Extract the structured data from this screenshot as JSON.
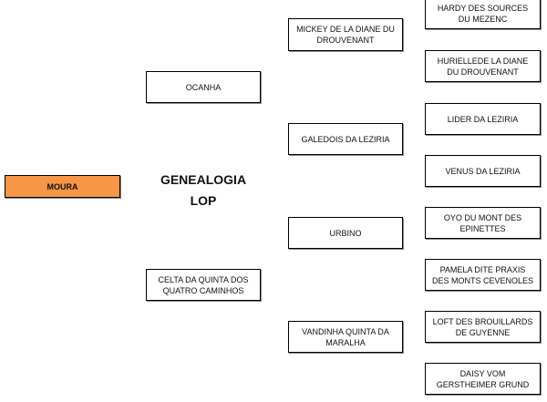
{
  "title": {
    "line1": "GENEALOGIA",
    "line2": "LOP"
  },
  "colors": {
    "root_fill": "#f79646",
    "border": "#000000"
  },
  "pedigree": {
    "subject": "MOURA",
    "parents": {
      "sire": "OCANHA",
      "dam": "CELTA DA QUINTA DOS QUATRO CAMINHOS"
    },
    "grandparents": {
      "sire_sire": "MICKEY DE LA DIANE  DU DROUVENANT",
      "sire_dam": "GALEDOIS DA LEZIRIA",
      "dam_sire": "URBINO",
      "dam_dam": "VANDINHA QUINTA DA MARALHA"
    },
    "great_grandparents": [
      "HARDY DES SOURCES DU MEZENC",
      "HURIELLEDE LA DIANE  DU DROUVENANT",
      "LIDER DA LEZIRIA",
      "VENUS DA LEZIRIA",
      "OYO DU MONT DES EPINETTES",
      "PAMELA DITE PRAXIS DES MONTS CEVENOLES",
      "LOFT DES BROUILLARDS DE GUYENNE",
      "DAISY VOM GERSTHEIMER GRUND"
    ]
  }
}
